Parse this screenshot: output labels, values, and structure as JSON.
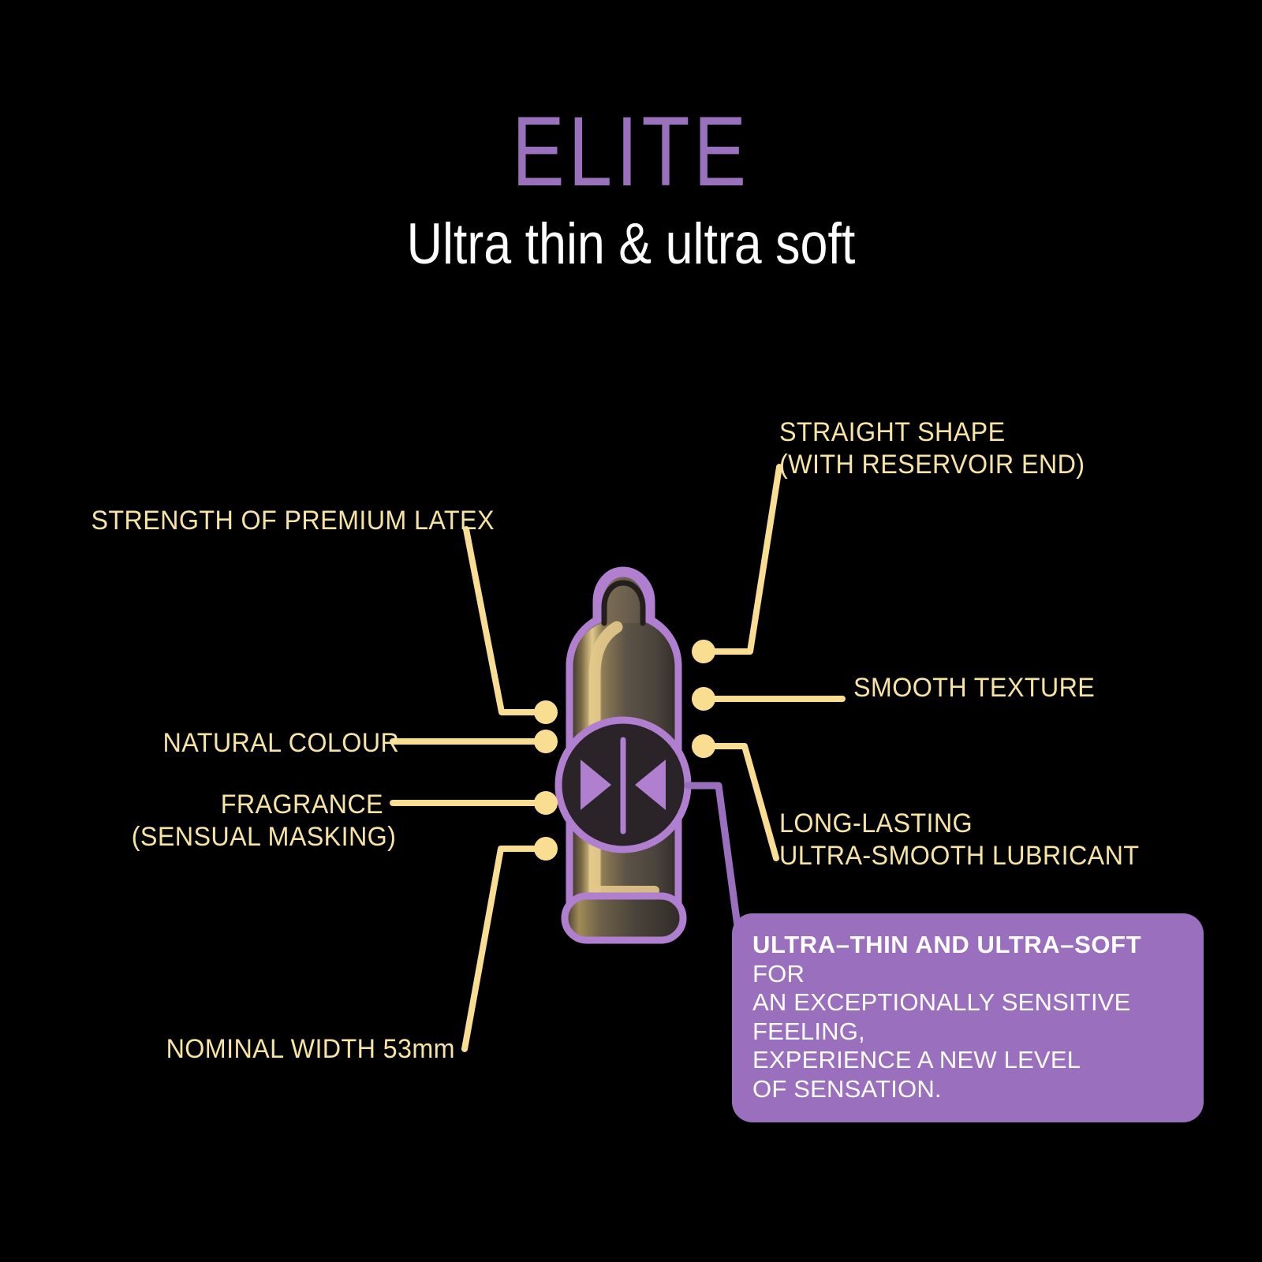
{
  "header": {
    "title": "ELITE",
    "tagline": "Ultra thin & ultra soft"
  },
  "colors": {
    "background": "#000000",
    "brand_purple": "#9a71bd",
    "callout_purple": "#9a6fbd",
    "label_gold": "#f7e3a4",
    "leader_gold": "#f8dd93",
    "product_outline": "#b07fd0",
    "product_body_dark": "#4a4139",
    "product_highlight": "#e8cf8e",
    "badge_fill": "#2a2328",
    "text_white": "#ffffff"
  },
  "features": {
    "left": [
      {
        "id": "strength-of-premium-latex",
        "text": "STRENGTH OF PREMIUM LATEX"
      },
      {
        "id": "natural-colour",
        "text": "NATURAL COLOUR"
      },
      {
        "id": "fragrance",
        "text": "FRAGRANCE\n(SENSUAL MASKING)"
      },
      {
        "id": "nominal-width",
        "text": "NOMINAL WIDTH 53mm"
      }
    ],
    "right": [
      {
        "id": "straight-shape",
        "text": "STRAIGHT SHAPE\n(WITH RESERVOIR END)"
      },
      {
        "id": "smooth-texture",
        "text": "SMOOTH TEXTURE"
      },
      {
        "id": "long-lasting-lubricant",
        "text": "LONG-LASTING\nULTRA-SMOOTH LUBRICANT"
      }
    ]
  },
  "callout": {
    "lead": "ULTRA–THIN AND ULTRA–SOFT",
    "body": " FOR\nAN EXCEPTIONALLY SENSITIVE FEELING,\nEXPERIENCE A NEW LEVEL\nOF SENSATION."
  },
  "product": {
    "name": "condom-illustration",
    "badge": "ultra-thin-badge"
  }
}
